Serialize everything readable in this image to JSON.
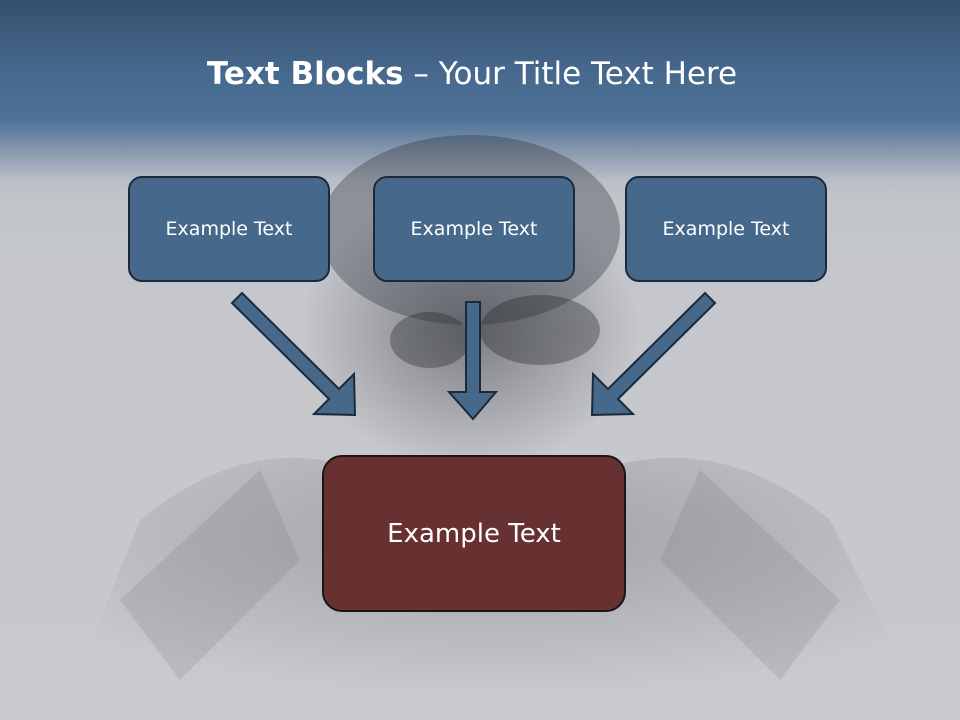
{
  "title": {
    "bold": "Text Blocks",
    "dash": "–",
    "rest": "Your Title Text Here"
  },
  "blocks": {
    "left": "Example Text",
    "center": "Example Text",
    "right": "Example Text",
    "bottom": "Example Text"
  },
  "colors": {
    "header": "#46688c",
    "top_block_fill": "#46688a",
    "bottom_block_fill": "#673131",
    "arrow_fill": "#46688a",
    "arrow_stroke": "#1b2a3a",
    "title_text": "#ffffff"
  }
}
